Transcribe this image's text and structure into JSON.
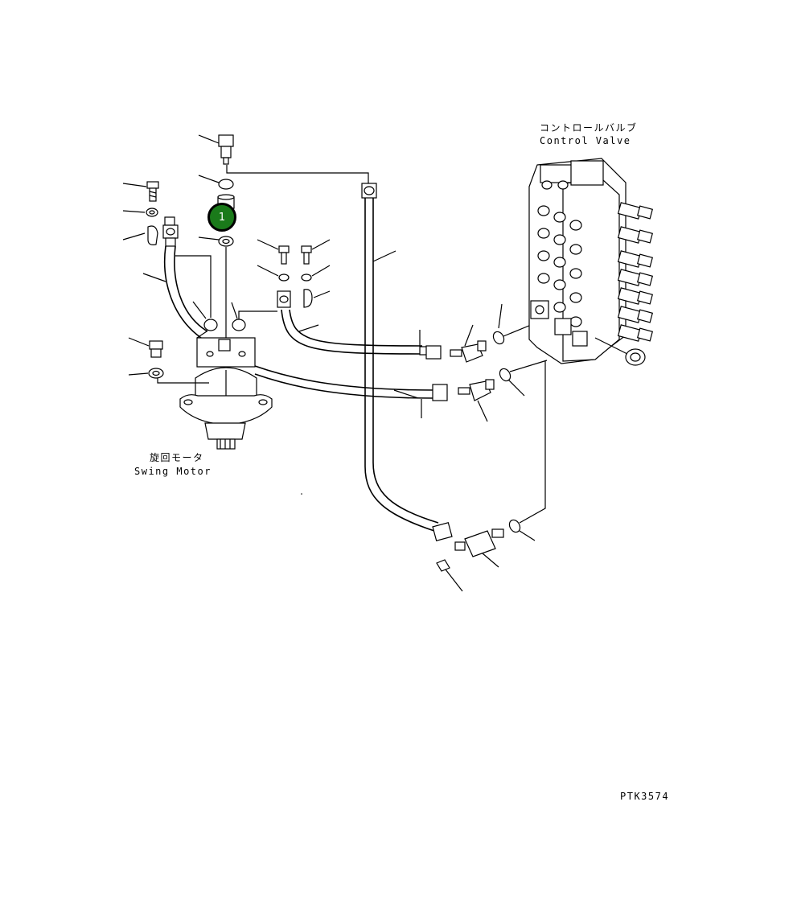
{
  "labels": {
    "control_valve_jp": "コントロールバルブ",
    "control_valve_en": "Control Valve",
    "swing_motor_jp": "旋回モータ",
    "swing_motor_en": "Swing Motor",
    "drawing_code": "PTK3574"
  },
  "callouts": [
    {
      "number": "1",
      "color": "#1a7a1a"
    }
  ]
}
